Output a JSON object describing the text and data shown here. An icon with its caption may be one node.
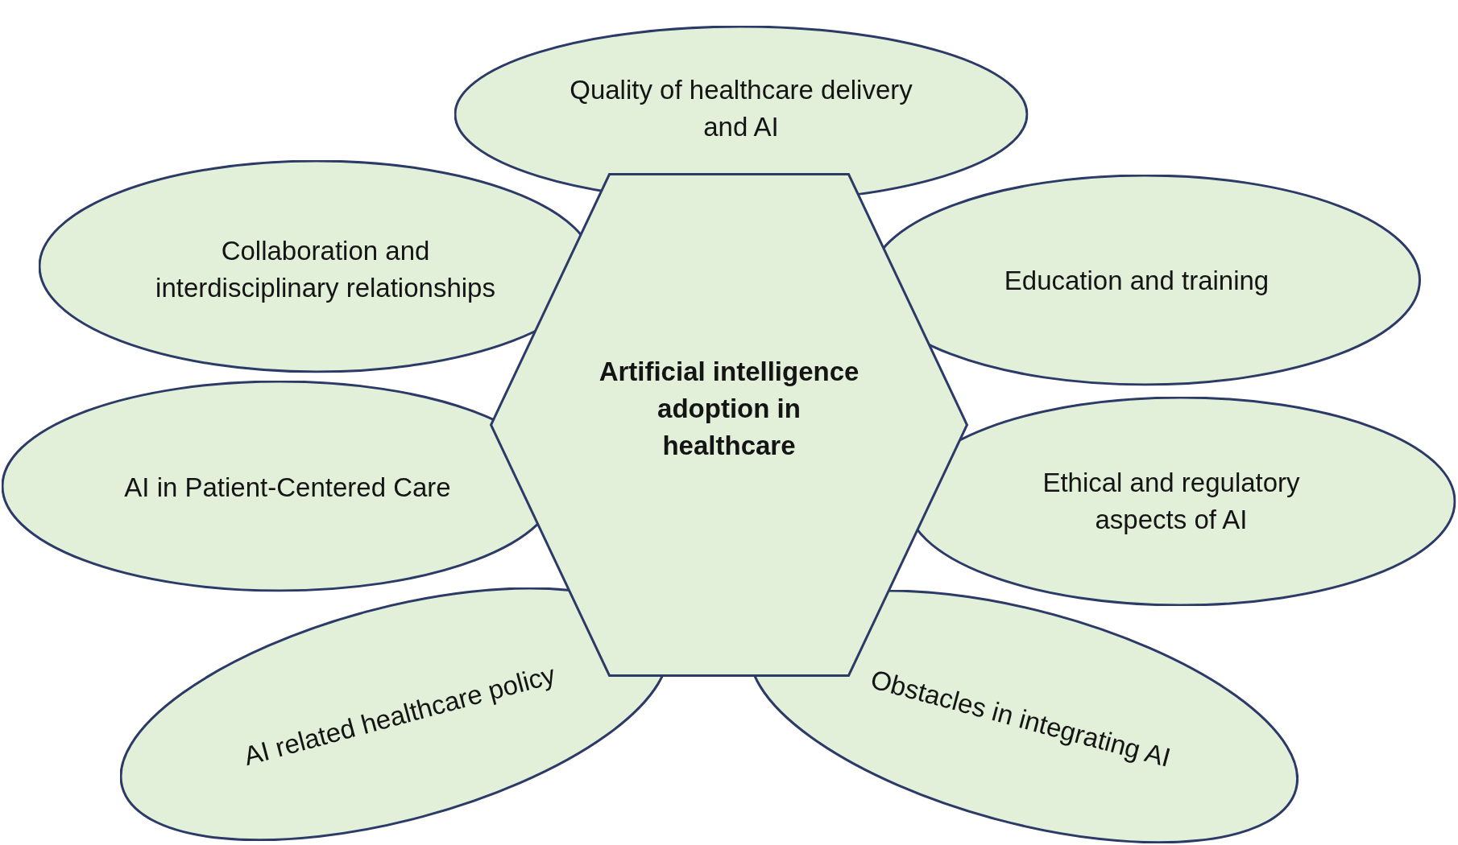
{
  "diagram": {
    "nodes": [
      {
        "text": [
          "Quality of healthcare delivery and AI"
        ]
      },
      {
        "text": [
          "Collaboration and interdisciplinary relationships"
        ]
      },
      {
        "text": [
          "Education and training"
        ]
      },
      {
        "text": [
          "Artificial intelligence adoption in healthcare"
        ]
      },
      {
        "text": [
          "AI in Patient-Centered Care"
        ]
      },
      {
        "text": [
          "Ethical and regulatory aspects of AI"
        ]
      },
      {
        "text": [
          "AI related healthcare policy"
        ]
      },
      {
        "text": [
          "Obstacles in integrating AI"
        ]
      }
    ]
  }
}
